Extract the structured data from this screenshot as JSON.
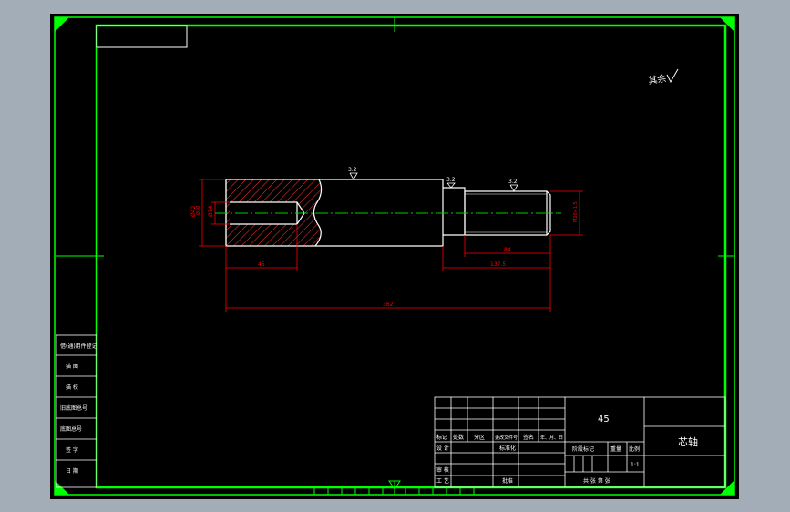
{
  "colors": {
    "background": "#a3adb8",
    "paper": "#000000",
    "frame": "#00ff00",
    "outline": "#ffffff",
    "dimension": "#ff0000",
    "centerline": "#00cc00",
    "table_line": "#ffffff"
  },
  "drawing": {
    "roughness_note": "其余",
    "roughness_marks": [
      "3.2",
      "3.2",
      "3.2"
    ],
    "dimensions": {
      "hole_depth": "45",
      "total_length": "362",
      "step_length": "137.5",
      "thread_length": "84",
      "thread_size": "M20×1.5",
      "bore": "Ø14",
      "outer_left": "Ø42",
      "outer_left_2": "Ø30"
    }
  },
  "side_table": {
    "rows": [
      "借(通)用件登记",
      "描 图",
      "描 校",
      "旧底图总号",
      "底图总号",
      "签 字",
      "日 期"
    ]
  },
  "title_block": {
    "material": "45",
    "part_name": "芯轴",
    "headers": [
      "标记",
      "处数",
      "分区",
      "更改文件号",
      "签名",
      "年、月、日"
    ],
    "row_labels": [
      "设 计",
      "审 核",
      "工 艺"
    ],
    "std_label": "标准化",
    "approve_label": "批准",
    "stage_label": "阶段标记",
    "weight_label": "重量",
    "scale_label": "比例",
    "scale_value": "1:1",
    "sheets_label": "共  张 第  张"
  }
}
